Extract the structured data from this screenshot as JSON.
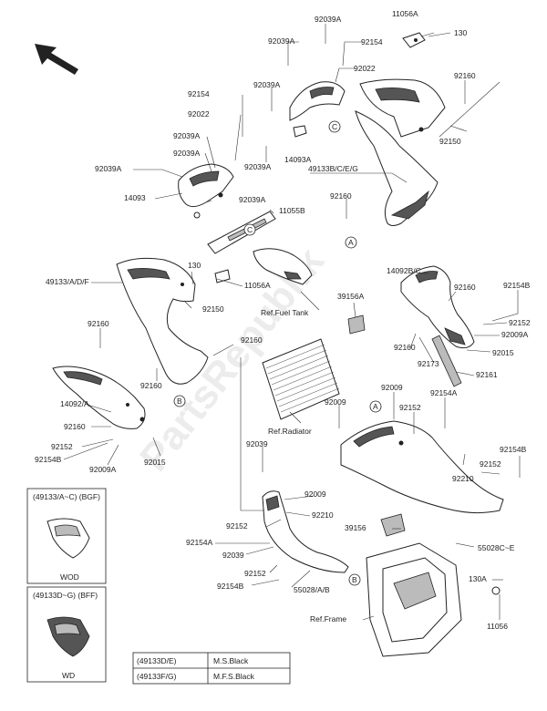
{
  "watermark": "PartsRepublik",
  "labels": {
    "p92039A_top": "92039A",
    "p92039A_b": "92039A",
    "p92154_top": "92154",
    "p92022_top": "92022",
    "p92039A_c": "92039A",
    "p11056A_top": "11056A",
    "p130_top": "130",
    "p92160_r1": "92160",
    "p92150_r": "92150",
    "p49133BCEG": "49133B/C/E/G",
    "p92160_r2": "92160",
    "p14093A": "14093A",
    "p92039A_d": "92039A",
    "p92154_l": "92154",
    "p92022_l": "92022",
    "p92039A_l1": "92039A",
    "p92039A_l2": "92039A",
    "p92039A_l3": "92039A",
    "p14093": "14093",
    "p92039A_l4": "92039A",
    "p11055B": "11055B",
    "p49133ADF": "49133/A/D/F",
    "p130_mid": "130",
    "p11056A_mid": "11056A",
    "p92150_mid": "92150",
    "p92160_l1": "92160",
    "p92160_mid": "92160",
    "p92160_l2": "92160",
    "p14092A": "14092/A",
    "p92160_l3": "92160",
    "p92152_l": "92152",
    "p92154B_l": "92154B",
    "p92009A_l": "92009A",
    "p92015_l": "92015",
    "pRefFuelTank": "Ref.Fuel Tank",
    "p39156A": "39156A",
    "p14092BC": "14092B/C",
    "p92160_r3": "92160",
    "p92154B_r": "92154B",
    "p92152_r": "92152",
    "p92009A_r": "92009A",
    "p92160_r4": "92160",
    "p92015_r": "92015",
    "p92173": "92173",
    "p92161": "92161",
    "pRefRadiator": "Ref.Radiator",
    "p92009_a": "92009",
    "p92009_b": "92009",
    "p92152_c": "92152",
    "p92154A": "92154A",
    "p92039_c": "92039",
    "p92009_c": "92009",
    "p92210_a": "92210",
    "p92152_d": "92152",
    "p92154A_b": "92154A",
    "p92039_d": "92039",
    "p92152_e": "92152",
    "p92154B_b": "92154B",
    "p55028AB": "55028/A/B",
    "p92210_b": "92210",
    "p92152_f": "92152",
    "p92154B_c": "92154B",
    "p39156": "39156",
    "p55028CE": "55028C~E",
    "p130A": "130A",
    "p11056": "11056",
    "pRefFrame": "Ref.Frame",
    "callA": "A",
    "callB": "B",
    "callC": "C"
  },
  "insets": [
    {
      "header": "(49133/A~C) (BGF)",
      "caption": "WOD"
    },
    {
      "header": "(49133D~G) (BFF)",
      "caption": "WD"
    }
  ],
  "color_table": [
    {
      "part": "(49133D/E)",
      "color": "M.S.Black"
    },
    {
      "part": "(49133F/G)",
      "color": "M.F.S.Black"
    }
  ]
}
